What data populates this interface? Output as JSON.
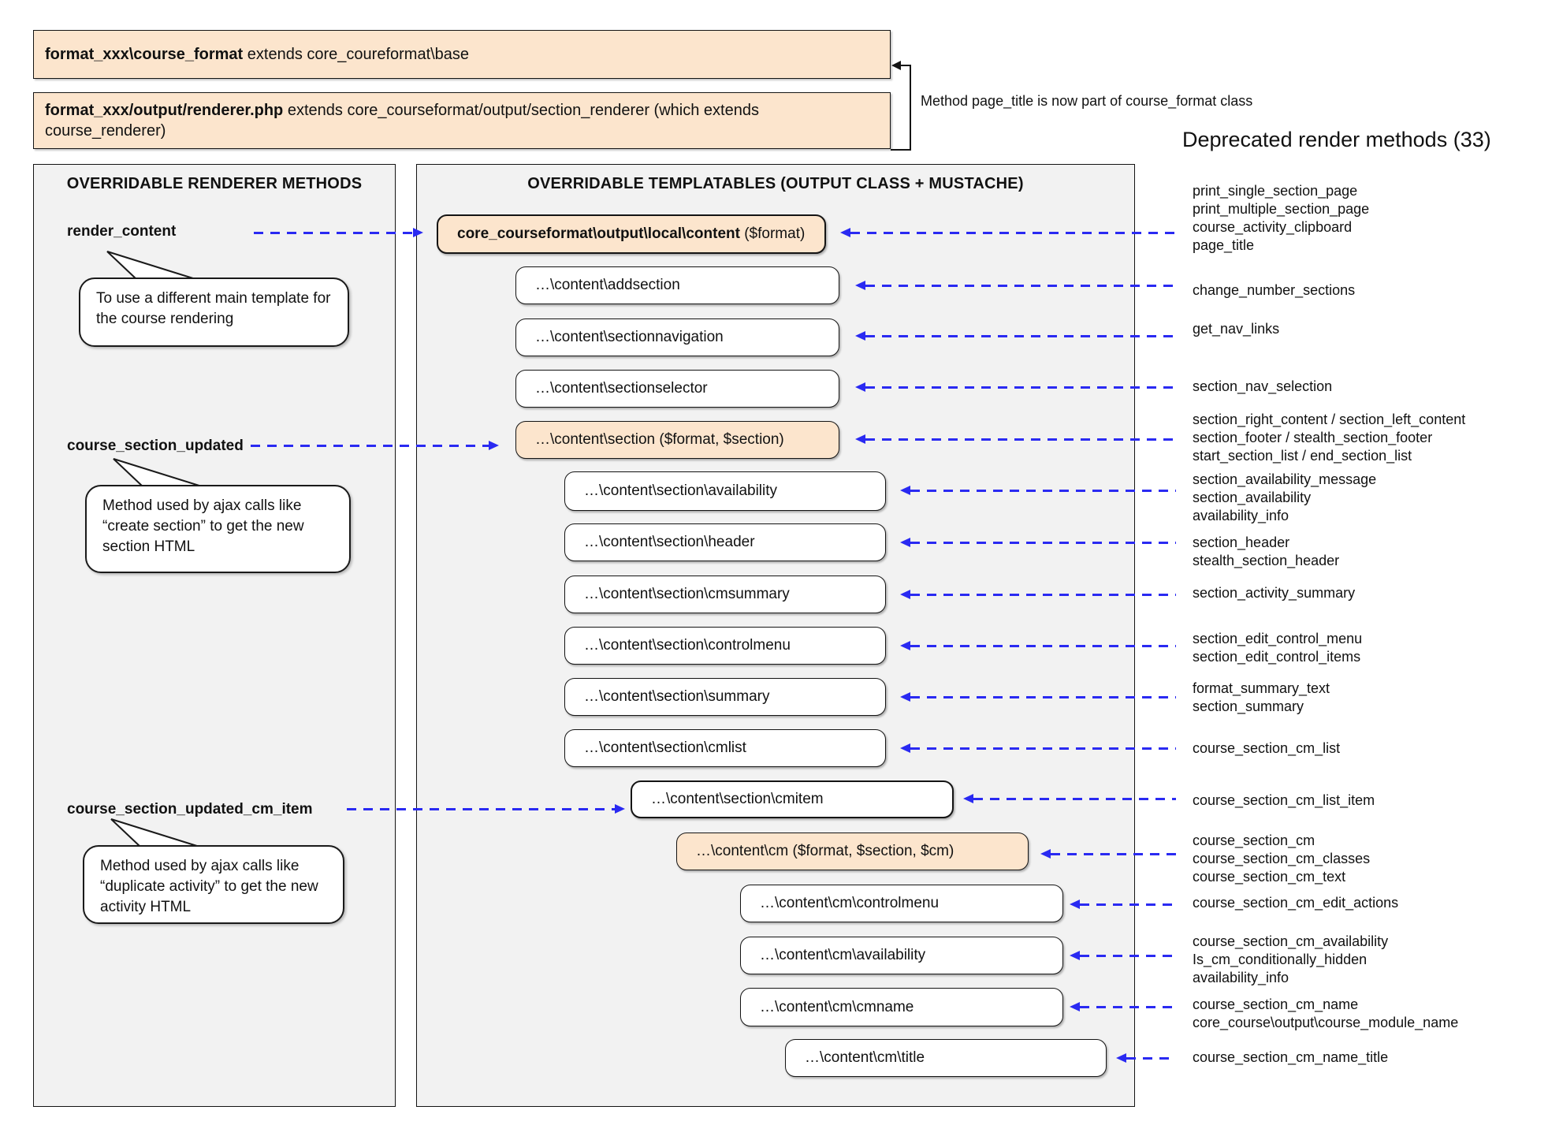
{
  "top": {
    "class_box": {
      "bold": "format_xxx\\course_format",
      "rest": " extends core_coureformat\\base"
    },
    "renderer_box": {
      "bold": "format_xxx/output/renderer.php",
      "rest": " extends core_courseformat/output/section_renderer (which extends course_renderer)"
    },
    "bracket_note": "Method page_title is now part of course_format class"
  },
  "renderer_panel": {
    "title": "OVERRIDABLE RENDERER METHODS",
    "methods": [
      {
        "label": "render_content",
        "note": "To use a different main template for the course rendering"
      },
      {
        "label": "course_section_updated",
        "note": "Method used by ajax calls like “create section” to get the new section HTML"
      },
      {
        "label": "course_section_updated_cm_item",
        "note": "Method used by ajax calls like “duplicate activity” to get the new activity HTML"
      }
    ]
  },
  "templatables_panel": {
    "title": "OVERRIDABLE TEMPLATABLES (OUTPUT CLASS + MUSTACHE)",
    "boxes": [
      {
        "bold": "core_courseformat\\output\\local\\content",
        "rest": " ($format)"
      },
      {
        "label": "…\\content\\addsection"
      },
      {
        "label": "…\\content\\sectionnavigation"
      },
      {
        "label": "…\\content\\sectionselector"
      },
      {
        "label": "…\\content\\section ($format, $section)"
      },
      {
        "label": "…\\content\\section\\availability"
      },
      {
        "label": "…\\content\\section\\header"
      },
      {
        "label": "…\\content\\section\\cmsummary"
      },
      {
        "label": "…\\content\\section\\controlmenu"
      },
      {
        "label": "…\\content\\section\\summary"
      },
      {
        "label": "…\\content\\section\\cmlist"
      },
      {
        "label": "…\\content\\section\\cmitem"
      },
      {
        "label": "…\\content\\cm ($format, $section, $cm)"
      },
      {
        "label": "…\\content\\cm\\controlmenu"
      },
      {
        "label": "…\\content\\cm\\availability"
      },
      {
        "label": "…\\content\\cm\\cmname"
      },
      {
        "label": "…\\content\\cm\\title"
      }
    ]
  },
  "deprecated": {
    "title": "Deprecated render methods (33)",
    "groups": [
      {
        "lines": [
          "print_single_section_page",
          "print_multiple_section_page",
          "course_activity_clipboard",
          "page_title"
        ]
      },
      {
        "lines": [
          "change_number_sections"
        ]
      },
      {
        "lines": [
          "get_nav_links"
        ]
      },
      {
        "lines": [
          "section_nav_selection"
        ]
      },
      {
        "lines": [
          "section_right_content / section_left_content",
          "section_footer / stealth_section_footer",
          "start_section_list / end_section_list"
        ]
      },
      {
        "lines": [
          "section_availability_message",
          "section_availability",
          "availability_info"
        ]
      },
      {
        "lines": [
          "section_header",
          "stealth_section_header"
        ]
      },
      {
        "lines": [
          "section_activity_summary"
        ]
      },
      {
        "lines": [
          "section_edit_control_menu",
          "section_edit_control_items"
        ]
      },
      {
        "lines": [
          "format_summary_text",
          "section_summary"
        ]
      },
      {
        "lines": [
          "course_section_cm_list"
        ]
      },
      {
        "lines": [
          "course_section_cm_list_item"
        ]
      },
      {
        "lines": [
          "course_section_cm",
          "course_section_cm_classes",
          "course_section_cm_text"
        ]
      },
      {
        "lines": [
          "course_section_cm_edit_actions"
        ]
      },
      {
        "lines": [
          "course_section_cm_availability",
          "Is_cm_conditionally_hidden",
          "availability_info"
        ]
      },
      {
        "lines": [
          "course_section_cm_name",
          "core_course\\output\\course_module_name"
        ]
      },
      {
        "lines": [
          "course_section_cm_name_title"
        ]
      }
    ]
  },
  "colors": {
    "accent_fill": "#fce5cd",
    "arrow_blue": "#2a2af2",
    "panel_bg": "#f2f2f2"
  }
}
